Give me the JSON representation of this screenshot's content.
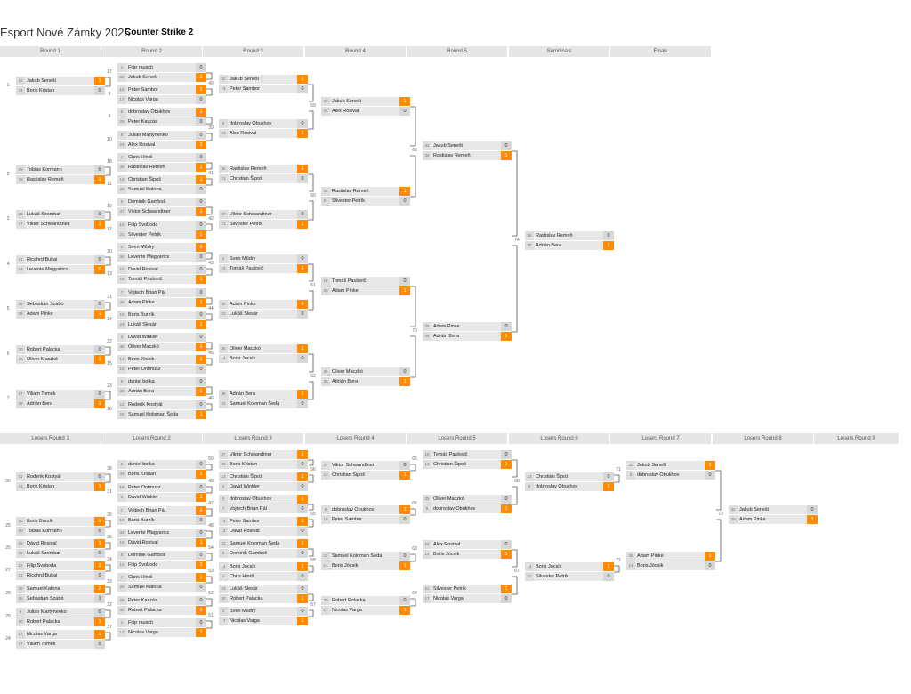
{
  "header": {
    "title": "Esport Nové Zámky 2025",
    "subtitle": "Counter Strike 2"
  },
  "colors": {
    "winner": "#ff8c00",
    "slot": "#e8e8e8",
    "header": "#e6e6e6",
    "lines": "#555555"
  },
  "winners_rounds": [
    "Round 1",
    "Round 2",
    "Round 3",
    "Round 4",
    "Round 5",
    "Semifinals",
    "Finals"
  ],
  "losers_rounds": [
    "Losers Round 1",
    "Losers Round 2",
    "Losers Round 3",
    "Losers Round 4",
    "Losers Round 5",
    "Losers Round 6",
    "Losers Round 7",
    "Losers Round 8",
    "Losers Round 9"
  ],
  "matches": [
    {
      "id": "1",
      "p": [
        [
          "32",
          "Jakub Seneši",
          "1",
          true
        ],
        [
          "33",
          "Boris Kristan",
          "0",
          false
        ]
      ]
    },
    {
      "id": "2",
      "p": [
        [
          "29",
          "Tobias Kormann",
          "0",
          false
        ],
        [
          "36",
          "Rastislav Remeň",
          "1",
          true
        ]
      ]
    },
    {
      "id": "3",
      "p": [
        [
          "28",
          "Lukáš Szombat",
          "0",
          false
        ],
        [
          "37",
          "Viktor Schwandtner",
          "1",
          true
        ]
      ]
    },
    {
      "id": "4",
      "p": [
        [
          "31",
          "Ricahrd Bukai",
          "0",
          false
        ],
        [
          "34",
          "Levente Magyarics",
          "0",
          true
        ]
      ]
    },
    {
      "id": "5",
      "p": [
        [
          "26",
          "Sebastián Szabó",
          "0",
          false
        ],
        [
          "39",
          "Adam Pinke",
          "1",
          true
        ]
      ]
    },
    {
      "id": "6",
      "p": [
        [
          "30",
          "Robert Palacka",
          "0",
          false
        ],
        [
          "35",
          "Oliver Maczkó",
          "1",
          true
        ]
      ]
    },
    {
      "id": "7",
      "p": [
        [
          "27",
          "Viliam Tomek",
          "0",
          false
        ],
        [
          "38",
          "Adrián Bera",
          "1",
          true
        ]
      ]
    },
    {
      "id": "17",
      "p": [
        [
          "1",
          "Filip rausch",
          "0",
          false
        ],
        [
          "32",
          "Jakub Seneši",
          "1",
          true
        ]
      ]
    },
    {
      "id": "8",
      "p": [
        [
          "16",
          "Peter Sambor",
          "1",
          true
        ],
        [
          "17",
          "Nicolas Varga",
          "0",
          false
        ]
      ]
    },
    {
      "id": "9",
      "p": [
        [
          "8",
          "dobroslav Obukhov",
          "1",
          true
        ],
        [
          "25",
          "Peter Kaszás",
          "0",
          false
        ]
      ]
    },
    {
      "id": "10",
      "p": [
        [
          "9",
          "Julian Martynenko",
          "0",
          false
        ],
        [
          "24",
          "Alex Rosival",
          "1",
          true
        ]
      ]
    },
    {
      "id": "18",
      "p": [
        [
          "4",
          "Chris Hindi",
          "0",
          false
        ],
        [
          "36",
          "Rastislav Remeň",
          "1",
          true
        ]
      ]
    },
    {
      "id": "11",
      "p": [
        [
          "13",
          "Christian Šipoš",
          "1",
          true
        ],
        [
          "20",
          "Samuel Katona",
          "0",
          false
        ]
      ]
    },
    {
      "id": "19",
      "p": [
        [
          "5",
          "Dominik Gamboš",
          "0",
          false
        ],
        [
          "37",
          "Viktor Schwandtner",
          "1",
          true
        ]
      ]
    },
    {
      "id": "12",
      "p": [
        [
          "12",
          "Filip Svoboda",
          "0",
          false
        ],
        [
          "21",
          "Silvester Petrík",
          "1",
          true
        ]
      ]
    },
    {
      "id": "20",
      "p": [
        [
          "2",
          "Sven Műdry",
          "1",
          true
        ],
        [
          "34",
          "Levente Magyarics",
          "0",
          false
        ]
      ]
    },
    {
      "id": "13",
      "p": [
        [
          "15",
          "Dávid Rosival",
          "0",
          false
        ],
        [
          "18",
          "Tomáš Paulovič",
          "1",
          true
        ]
      ]
    },
    {
      "id": "21",
      "p": [
        [
          "7",
          "Vojtech Brian Pál",
          "0",
          false
        ],
        [
          "39",
          "Adam Pinke",
          "1",
          true
        ]
      ]
    },
    {
      "id": "14",
      "p": [
        [
          "10",
          "Boris Burzík",
          "0",
          false
        ],
        [
          "23",
          "Lukáš Slesár",
          "1",
          true
        ]
      ]
    },
    {
      "id": "22",
      "p": [
        [
          "3",
          "David Winkler",
          "0",
          false
        ],
        [
          "35",
          "Oliver Maczkó",
          "1",
          true
        ]
      ]
    },
    {
      "id": "15",
      "p": [
        [
          "14",
          "Boris Jócsik",
          "1",
          true
        ],
        [
          "19",
          "Peter Ontmusz",
          "0",
          false
        ]
      ]
    },
    {
      "id": "23",
      "p": [
        [
          "6",
          "daniel botka",
          "0",
          false
        ],
        [
          "38",
          "Adrián Bera",
          "1",
          true
        ]
      ]
    },
    {
      "id": "16",
      "p": [
        [
          "11",
          "Roderik Kostyál",
          "0",
          false
        ],
        [
          "22",
          "Samuel Koloman Šeda",
          "1",
          true
        ]
      ]
    },
    {
      "id": "40",
      "p": [
        [
          "32",
          "Jakub Seneši",
          "1",
          true
        ],
        [
          "16",
          "Peter Sambor",
          "0",
          false
        ]
      ]
    },
    {
      "id": "39",
      "p": [
        [
          "8",
          "dobroslav Obukhov",
          "0",
          false
        ],
        [
          "24",
          "Alex Rosival",
          "1",
          true
        ]
      ]
    },
    {
      "id": "41",
      "p": [
        [
          "36",
          "Rastislav Remeň",
          "1",
          true
        ],
        [
          "13",
          "Christian Šipoš",
          "0",
          false
        ]
      ]
    },
    {
      "id": "42",
      "p": [
        [
          "37",
          "Viktor Schwandtner",
          "0",
          false
        ],
        [
          "21",
          "Silvester Petrík",
          "1",
          true
        ]
      ]
    },
    {
      "id": "43",
      "p": [
        [
          "2",
          "Sven Műdry",
          "0",
          false
        ],
        [
          "18",
          "Tomáš Paulovič",
          "1",
          true
        ]
      ]
    },
    {
      "id": "44",
      "p": [
        [
          "39",
          "Adam Pinke",
          "1",
          true
        ],
        [
          "23",
          "Lukáš Slesár",
          "0",
          false
        ]
      ]
    },
    {
      "id": "45",
      "p": [
        [
          "35",
          "Oliver Maczkó",
          "1",
          true
        ],
        [
          "14",
          "Boris Jócsik",
          "0",
          false
        ]
      ]
    },
    {
      "id": "46",
      "p": [
        [
          "38",
          "Adrián Bera",
          "1",
          true
        ],
        [
          "22",
          "Samuel Koloman Šeda",
          "0",
          false
        ]
      ]
    },
    {
      "id": "59",
      "p": [
        [
          "32",
          "Jakub Seneši",
          "1",
          true
        ],
        [
          "24",
          "Alex Rosival",
          "0",
          false
        ]
      ]
    },
    {
      "id": "60",
      "p": [
        [
          "36",
          "Rastislav Remeň",
          "1",
          true
        ],
        [
          "21",
          "Silvester Petrík",
          "0",
          false
        ]
      ]
    },
    {
      "id": "61",
      "p": [
        [
          "18",
          "Tomáš Paulovič",
          "0",
          false
        ],
        [
          "39",
          "Adam Pinke",
          "1",
          true
        ]
      ]
    },
    {
      "id": "62",
      "p": [
        [
          "35",
          "Oliver Maczkó",
          "0",
          false
        ],
        [
          "38",
          "Adrián Bera",
          "1",
          true
        ]
      ]
    },
    {
      "id": "69",
      "p": [
        [
          "32",
          "Jakub Seneši",
          "0",
          false
        ],
        [
          "36",
          "Rastislav Remeň",
          "1",
          true
        ]
      ]
    },
    {
      "id": "70",
      "p": [
        [
          "39",
          "Adam Pinke",
          "0",
          false
        ],
        [
          "38",
          "Adrián Bera",
          "1",
          true
        ]
      ]
    },
    {
      "id": "74",
      "p": [
        [
          "36",
          "Rastislav Remeň",
          "0",
          false
        ],
        [
          "38",
          "Adrián Bera",
          "1",
          true
        ]
      ]
    },
    {
      "id": "30",
      "p": [
        [
          "11",
          "Roderik Kostyál",
          "0",
          false
        ],
        [
          "33",
          "Boris Kristan",
          "1",
          true
        ]
      ]
    },
    {
      "id": "25",
      "p": [
        [
          "10",
          "Boris Burzík",
          "1",
          true
        ],
        [
          "29",
          "Tobias Kormann",
          "0",
          false
        ]
      ]
    },
    {
      "id": "26",
      "p": [
        [
          "15",
          "Dávid Rosival",
          "1",
          true
        ],
        [
          "28",
          "Lukáš Szombat",
          "0",
          false
        ]
      ]
    },
    {
      "id": "27",
      "p": [
        [
          "12",
          "Filip Svoboda",
          "2",
          true
        ],
        [
          "31",
          "Ricahrd Bukai",
          "0",
          false
        ]
      ]
    },
    {
      "id": "28",
      "p": [
        [
          "20",
          "Samuel Katona",
          "2",
          true
        ],
        [
          "26",
          "Sebastián Szabó",
          "1",
          false
        ]
      ]
    },
    {
      "id": "29",
      "p": [
        [
          "9",
          "Julian Martynenko",
          "0",
          false
        ],
        [
          "30",
          "Robert Palacka",
          "1",
          true
        ]
      ]
    },
    {
      "id": "24",
      "p": [
        [
          "17",
          "Nicolas Varga",
          "1",
          true
        ],
        [
          "27",
          "Viliam Tomek",
          "0",
          false
        ]
      ]
    },
    {
      "id": "38",
      "p": [
        [
          "6",
          "daniel botka",
          "0",
          false
        ],
        [
          "33",
          "Boris Kristan",
          "1",
          true
        ]
      ]
    },
    {
      "id": "31",
      "p": [
        [
          "19",
          "Peter Ontmusz",
          "0",
          false
        ],
        [
          "3",
          "David Winkler",
          "1",
          true
        ]
      ]
    },
    {
      "id": "36",
      "p": [
        [
          "7",
          "Vojtech Brian Pál",
          "1",
          true
        ],
        [
          "10",
          "Boris Burzík",
          "0",
          false
        ]
      ]
    },
    {
      "id": "35",
      "p": [
        [
          "34",
          "Levente Magyarics",
          "0",
          false
        ],
        [
          "15",
          "Dávid Rosival",
          "1",
          true
        ]
      ]
    },
    {
      "id": "34",
      "p": [
        [
          "5",
          "Dominik Gamboš",
          "0",
          false
        ],
        [
          "12",
          "Filip Svoboda",
          "1",
          true
        ]
      ]
    },
    {
      "id": "33",
      "p": [
        [
          "4",
          "Chris Hindi",
          "1",
          true
        ],
        [
          "20",
          "Samuel Katona",
          "0",
          false
        ]
      ]
    },
    {
      "id": "32",
      "p": [
        [
          "25",
          "Peter Kaszás",
          "0",
          false
        ],
        [
          "30",
          "Robert Palacka",
          "1",
          true
        ]
      ]
    },
    {
      "id": "37",
      "p": [
        [
          "1",
          "Filip rausch",
          "0",
          false
        ],
        [
          "17",
          "Nicolas Varga",
          "1",
          true
        ]
      ]
    },
    {
      "id": "50",
      "p": [
        [
          "37",
          "Viktor Schwandtner",
          "1",
          true
        ],
        [
          "33",
          "Boris Kristan",
          "0",
          false
        ]
      ]
    },
    {
      "id": "49",
      "p": [
        [
          "13",
          "Christian Šipoš",
          "1",
          true
        ],
        [
          "3",
          "David Winkler",
          "0",
          false
        ]
      ]
    },
    {
      "id": "47",
      "p": [
        [
          "8",
          "dobroslav Obukhov",
          "1",
          true
        ],
        [
          "7",
          "Vojtech Brian Pál",
          "0",
          false
        ]
      ]
    },
    {
      "id": "48",
      "p": [
        [
          "16",
          "Peter Sambor",
          "1",
          true
        ],
        [
          "15",
          "Dávid Rosival",
          "0",
          false
        ]
      ]
    },
    {
      "id": "54",
      "p": [
        [
          "22",
          "Samuel Koloman Šeda",
          "1",
          true
        ],
        [
          "5",
          "Dominik Gamboš",
          "0",
          false
        ]
      ]
    },
    {
      "id": "53",
      "p": [
        [
          "14",
          "Boris Jócsik",
          "1",
          true
        ],
        [
          "4",
          "Chris Hindi",
          "0",
          false
        ]
      ]
    },
    {
      "id": "52",
      "p": [
        [
          "23",
          "Lukáš Slesár",
          "0",
          false
        ],
        [
          "30",
          "Robert Palacka",
          "1",
          true
        ]
      ]
    },
    {
      "id": "51",
      "p": [
        [
          "2",
          "Sven Műdry",
          "0",
          false
        ],
        [
          "17",
          "Nicolas Varga",
          "1",
          true
        ]
      ]
    },
    {
      "id": "56",
      "p": [
        [
          "37",
          "Viktor Schwandtner",
          "0",
          false
        ],
        [
          "13",
          "Christian Šipoš",
          "1",
          true
        ]
      ]
    },
    {
      "id": "55",
      "p": [
        [
          "8",
          "dobroslav Obukhov",
          "1",
          true
        ],
        [
          "16",
          "Peter Sambor",
          "0",
          false
        ]
      ]
    },
    {
      "id": "58",
      "p": [
        [
          "22",
          "Samuel Koloman Šeda",
          "0",
          false
        ],
        [
          "14",
          "Boris Jócsik",
          "1",
          true
        ]
      ]
    },
    {
      "id": "57",
      "p": [
        [
          "30",
          "Robert Palacka",
          "0",
          false
        ],
        [
          "17",
          "Nicolas Varga",
          "1",
          true
        ]
      ]
    },
    {
      "id": "65",
      "p": [
        [
          "18",
          "Tomáš Paulovič",
          "0",
          false
        ],
        [
          "13",
          "Christian Šipoš",
          "1",
          true
        ]
      ]
    },
    {
      "id": "66",
      "p": [
        [
          "35",
          "Oliver Maczkó",
          "0",
          false
        ],
        [
          "8",
          "dobroslav Obukhov",
          "1",
          true
        ]
      ]
    },
    {
      "id": "63",
      "p": [
        [
          "24",
          "Alex Rosival",
          "0",
          false
        ],
        [
          "14",
          "Boris Jócsik",
          "1",
          true
        ]
      ]
    },
    {
      "id": "64",
      "p": [
        [
          "21",
          "Silvester Petrík",
          "1",
          true
        ],
        [
          "17",
          "Nicolas Varga",
          "0",
          false
        ]
      ]
    },
    {
      "id": "68",
      "p": [
        [
          "13",
          "Christian Šipoš",
          "0",
          false
        ],
        [
          "8",
          "dobroslav Obukhov",
          "1",
          true
        ]
      ]
    },
    {
      "id": "67",
      "p": [
        [
          "14",
          "Boris Jócsik",
          "1",
          true
        ],
        [
          "21",
          "Silvester Petrík",
          "0",
          false
        ]
      ]
    },
    {
      "id": "71",
      "p": [
        [
          "32",
          "Jakub Seneši",
          "1",
          true
        ],
        [
          "8",
          "dobroslav Obukhov",
          "0",
          false
        ]
      ]
    },
    {
      "id": "72",
      "p": [
        [
          "39",
          "Adam Pinke",
          "1",
          true
        ],
        [
          "14",
          "Boris Jócsik",
          "0",
          false
        ]
      ]
    },
    {
      "id": "73",
      "p": [
        [
          "32",
          "Jakub Seneši",
          "0",
          false
        ],
        [
          "39",
          "Adam Pinke",
          "1",
          true
        ]
      ]
    }
  ]
}
